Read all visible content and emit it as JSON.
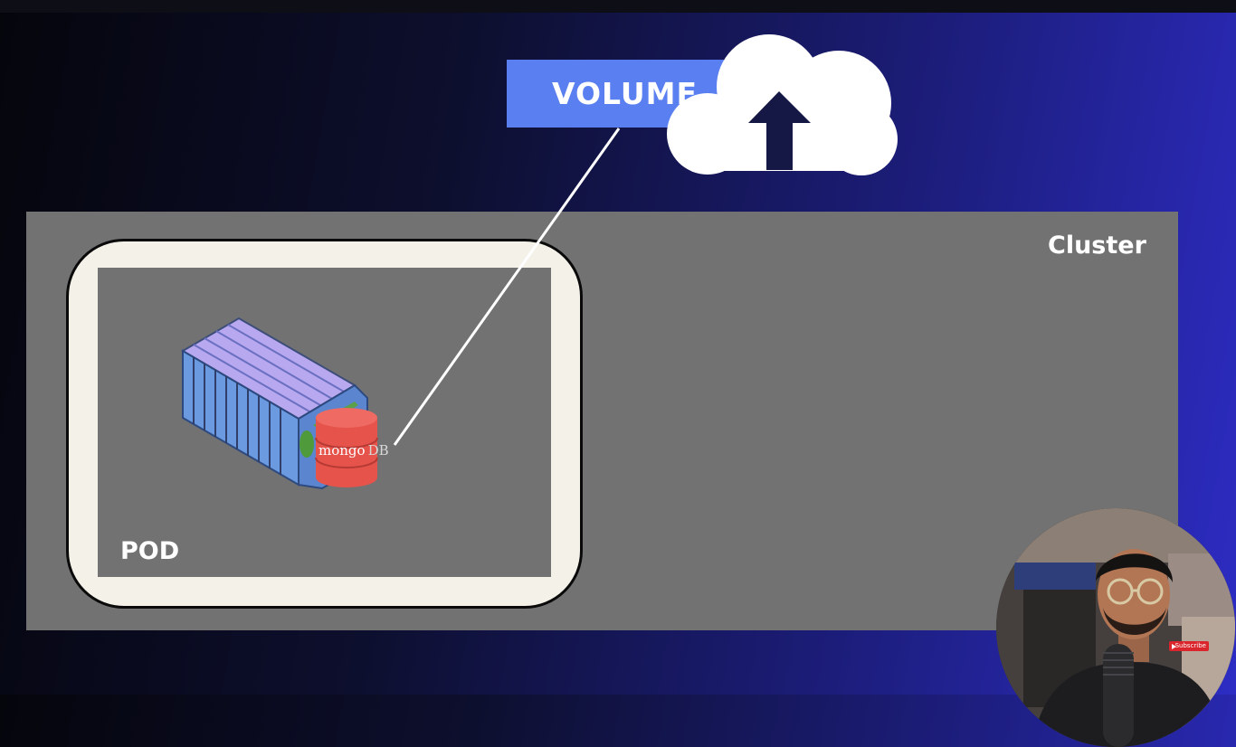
{
  "diagram": {
    "volume_label": "VOLUME",
    "cluster_label": "Cluster",
    "pod_label": "POD",
    "db_logo_text": {
      "mongo": "mongo",
      "db": "DB"
    },
    "cloud_icon": "cloud-upload-icon",
    "container_icon": "shipping-container-icon",
    "database_icon": "database-cylinder-icon"
  },
  "webcam": {
    "badge_text": "Subscribe"
  },
  "colors": {
    "volume_box": "#5a7ff0",
    "cluster_bg": "#727272",
    "pod_frame": "#f4f1e8",
    "cloud": "#ffffff",
    "cloud_arrow": "#151845",
    "database": "#e5534b",
    "container_blue": "#6b9ae0",
    "container_top": "#b7a8f0",
    "subscribe_red": "#d9252b"
  }
}
